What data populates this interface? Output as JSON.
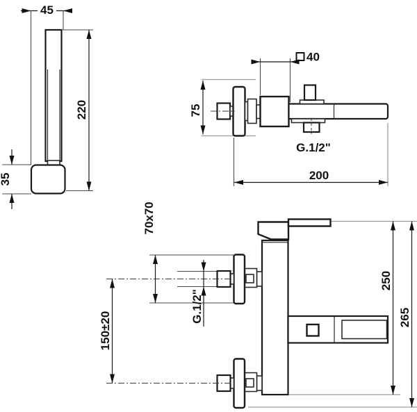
{
  "page": {
    "background": "#ffffff",
    "line_color": "#1a1a1a",
    "dim_color": "#111111"
  },
  "drawing": {
    "type": "technical-dimension-drawing",
    "subject": "square wall-mounted bath mixer with hand shower",
    "views": {
      "hand_shower": {
        "name": "hand shower profile",
        "dims": {
          "width": "45",
          "length": "220",
          "head_height": "35"
        }
      },
      "mixer_side": {
        "name": "mixer side view",
        "dims": {
          "body_square": "40",
          "height": "75",
          "thread": "G.1/2\"",
          "spout_reach": "200"
        }
      },
      "mixer_front": {
        "name": "mixer front view",
        "dims": {
          "escutcheon": "70x70",
          "thread": "G.1/2\"",
          "inlet_centers": "150±20",
          "body_height": "250",
          "overall_height": "265"
        }
      }
    }
  }
}
